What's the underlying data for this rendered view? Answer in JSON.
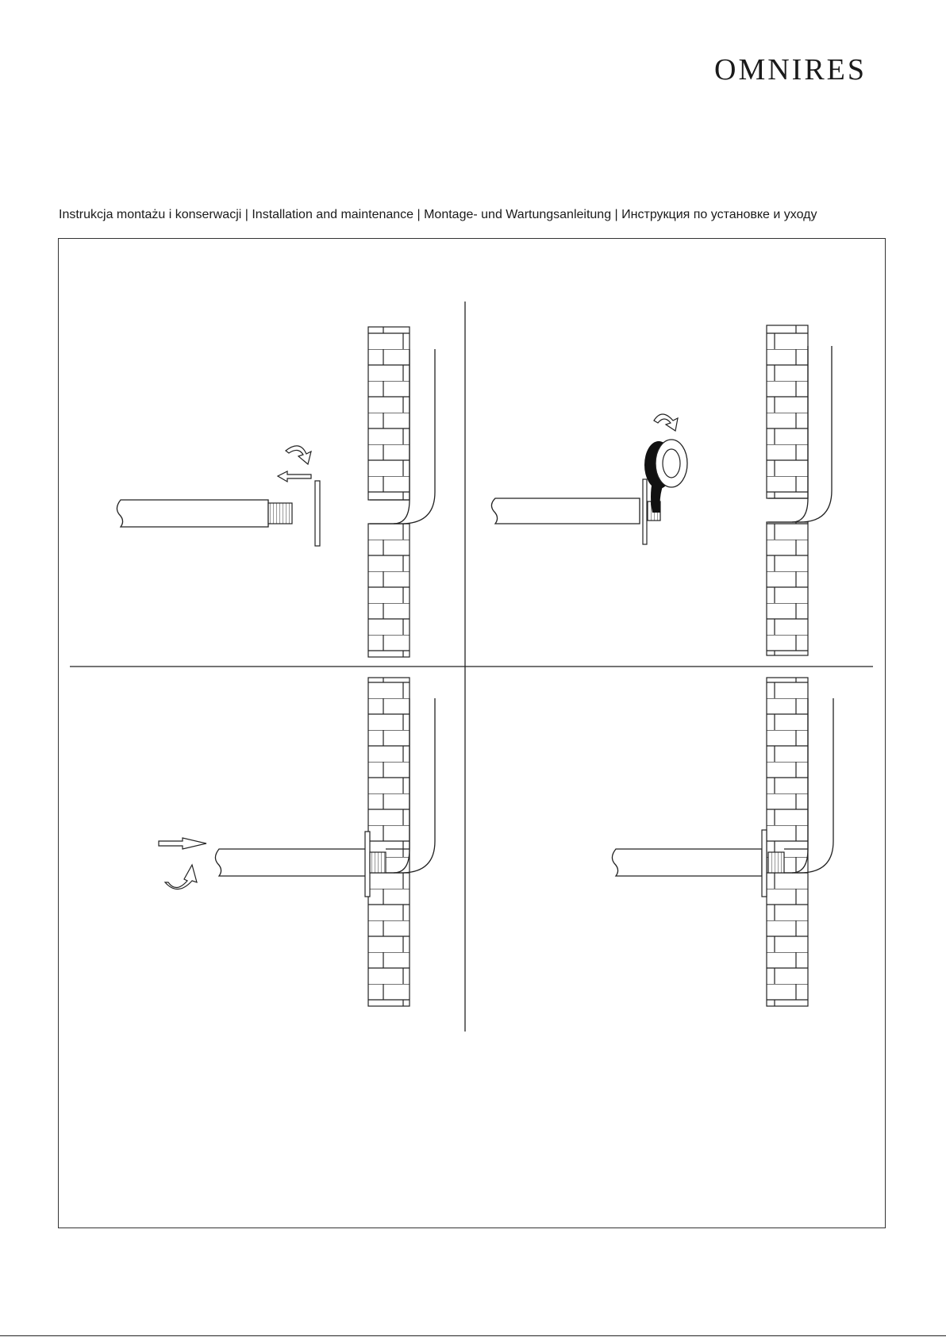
{
  "brand": {
    "logo_text": "OMNIRES"
  },
  "header": {
    "title": "Instrukcja montażu i konserwacji | Installation and maintenance | Montage- und Wartungsanleitung | Инструкция по установке и уходу"
  },
  "steps": [
    {
      "name": "step-1",
      "icons": [
        "rotate-arrow-icon",
        "arrow-left-icon"
      ]
    },
    {
      "name": "step-2",
      "icons": [
        "rotate-arrow-icon",
        "sealing-tape-icon"
      ]
    },
    {
      "name": "step-3",
      "icons": [
        "arrow-right-icon",
        "rotate-arrow-icon"
      ]
    },
    {
      "name": "step-4",
      "icons": []
    }
  ],
  "colors": {
    "ink": "#1a1a1a",
    "paper": "#ffffff"
  }
}
